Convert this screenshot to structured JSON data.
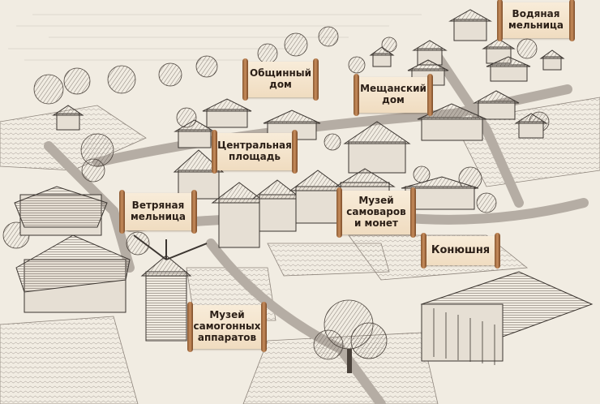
{
  "map": {
    "labels": {
      "vodyanaya_melnitsa": "Водяная\nмельница",
      "obshchinny_dom": "Общинный\nдом",
      "meshchansky_dom": "Мещанский\nдом",
      "tsentralnaya_ploshchad": "Центральная\nплощадь",
      "vetryanaya_melnitsa": "Ветряная\nмельница",
      "muzey_samovarov": "Музей\nсамоваров\nи монет",
      "konyushnya": "Конюшня",
      "muzey_samogonnykh": "Музей\nсамогонных\nаппаратов"
    },
    "colors": {
      "paper": "#f1ece2",
      "ink": "#3b3530",
      "scroll": "#f3e2c8",
      "scroll_rod": "#a56b3c"
    }
  }
}
